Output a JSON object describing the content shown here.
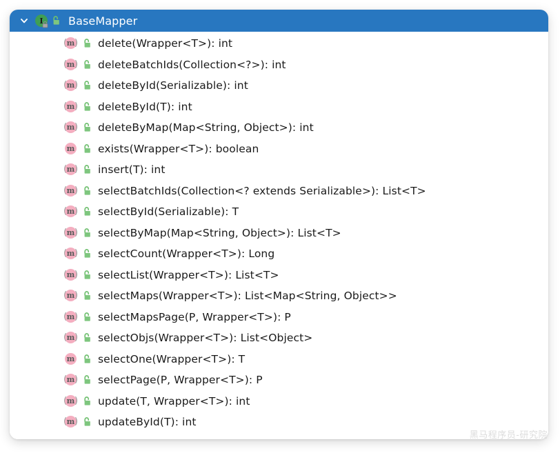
{
  "panel": {
    "header": {
      "title": "BaseMapper",
      "expand_chevron_icon": "chevron-down-icon",
      "type_icon": "interface-icon",
      "type_letter": "I",
      "type_lock_badge_icon": "lock-badge-icon",
      "visibility_icon": "unlock-public-icon",
      "background_color": "#2877c0",
      "title_color": "#ffffff"
    },
    "members": [
      {
        "icon": "method-abstract-icon",
        "icon_letter": "m",
        "bracketed": true,
        "visibility_icon": "unlock-public-icon",
        "label": "delete(Wrapper<T>): int"
      },
      {
        "icon": "method-abstract-icon",
        "icon_letter": "m",
        "bracketed": true,
        "visibility_icon": "unlock-public-icon",
        "label": "deleteBatchIds(Collection<?>): int"
      },
      {
        "icon": "method-abstract-icon",
        "icon_letter": "m",
        "bracketed": true,
        "visibility_icon": "unlock-public-icon",
        "label": "deleteById(Serializable): int"
      },
      {
        "icon": "method-abstract-icon",
        "icon_letter": "m",
        "bracketed": true,
        "visibility_icon": "unlock-public-icon",
        "label": "deleteById(T): int"
      },
      {
        "icon": "method-abstract-icon",
        "icon_letter": "m",
        "bracketed": true,
        "visibility_icon": "unlock-public-icon",
        "label": "deleteByMap(Map<String, Object>): int"
      },
      {
        "icon": "method-icon",
        "icon_letter": "m",
        "bracketed": false,
        "visibility_icon": "unlock-public-icon",
        "label": "exists(Wrapper<T>): boolean"
      },
      {
        "icon": "method-abstract-icon",
        "icon_letter": "m",
        "bracketed": true,
        "visibility_icon": "unlock-public-icon",
        "label": "insert(T): int"
      },
      {
        "icon": "method-abstract-icon",
        "icon_letter": "m",
        "bracketed": true,
        "visibility_icon": "unlock-public-icon",
        "label": "selectBatchIds(Collection<? extends Serializable>): List<T>"
      },
      {
        "icon": "method-abstract-icon",
        "icon_letter": "m",
        "bracketed": true,
        "visibility_icon": "unlock-public-icon",
        "label": "selectById(Serializable): T"
      },
      {
        "icon": "method-abstract-icon",
        "icon_letter": "m",
        "bracketed": true,
        "visibility_icon": "unlock-public-icon",
        "label": "selectByMap(Map<String, Object>): List<T>"
      },
      {
        "icon": "method-abstract-icon",
        "icon_letter": "m",
        "bracketed": true,
        "visibility_icon": "unlock-public-icon",
        "label": "selectCount(Wrapper<T>): Long"
      },
      {
        "icon": "method-abstract-icon",
        "icon_letter": "m",
        "bracketed": true,
        "visibility_icon": "unlock-public-icon",
        "label": "selectList(Wrapper<T>): List<T>"
      },
      {
        "icon": "method-abstract-icon",
        "icon_letter": "m",
        "bracketed": true,
        "visibility_icon": "unlock-public-icon",
        "label": "selectMaps(Wrapper<T>): List<Map<String, Object>>"
      },
      {
        "icon": "method-abstract-icon",
        "icon_letter": "m",
        "bracketed": true,
        "visibility_icon": "unlock-public-icon",
        "label": "selectMapsPage(P, Wrapper<T>): P"
      },
      {
        "icon": "method-abstract-icon",
        "icon_letter": "m",
        "bracketed": true,
        "visibility_icon": "unlock-public-icon",
        "label": "selectObjs(Wrapper<T>): List<Object>"
      },
      {
        "icon": "method-icon",
        "icon_letter": "m",
        "bracketed": false,
        "visibility_icon": "unlock-public-icon",
        "label": "selectOne(Wrapper<T>): T"
      },
      {
        "icon": "method-abstract-icon",
        "icon_letter": "m",
        "bracketed": true,
        "visibility_icon": "unlock-public-icon",
        "label": "selectPage(P, Wrapper<T>): P"
      },
      {
        "icon": "method-abstract-icon",
        "icon_letter": "m",
        "bracketed": true,
        "visibility_icon": "unlock-public-icon",
        "label": "update(T, Wrapper<T>): int"
      },
      {
        "icon": "method-abstract-icon",
        "icon_letter": "m",
        "bracketed": true,
        "visibility_icon": "unlock-public-icon",
        "label": "updateById(T): int"
      }
    ]
  },
  "watermark": {
    "text": "黑马程序员-研究院",
    "color": "#dcdcdc"
  },
  "colors": {
    "header_blue": "#2877c0",
    "interface_green": "#3f9e54",
    "method_pink": "#f4aec0",
    "padlock_green": "#7ec67e",
    "text": "#1a1a1a"
  }
}
